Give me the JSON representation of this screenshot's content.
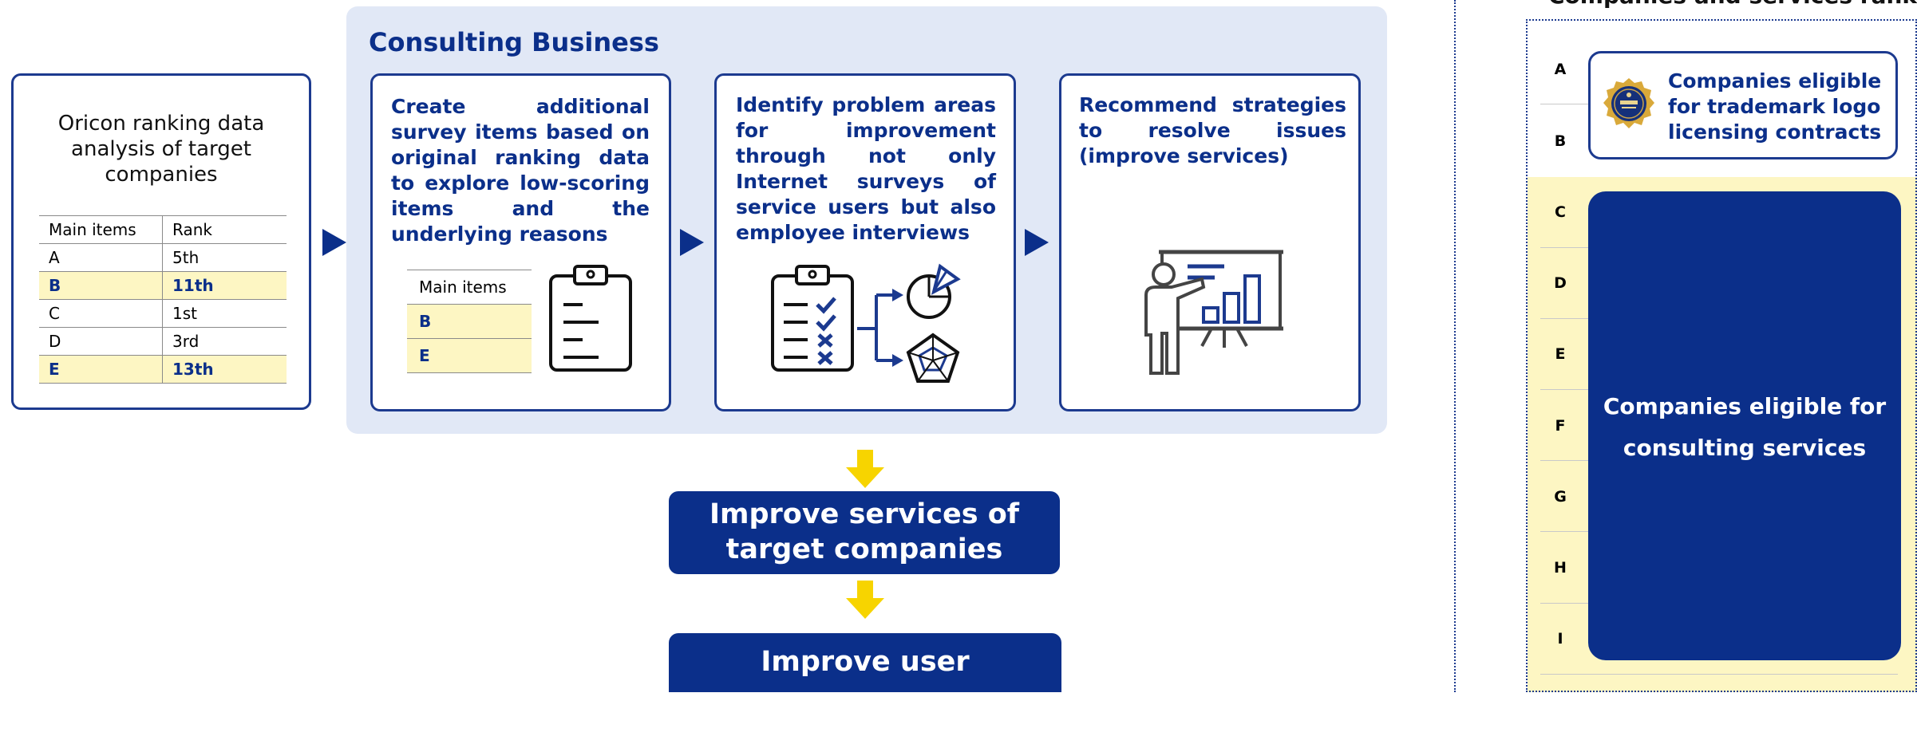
{
  "analysis": {
    "title": "Oricon ranking data analysis of target companies",
    "table_headers": [
      "Main items",
      "Rank"
    ],
    "rows": [
      {
        "item": "A",
        "rank": "5th"
      },
      {
        "item": "B",
        "rank": "11th"
      },
      {
        "item": "C",
        "rank": "1st"
      },
      {
        "item": "D",
        "rank": "3rd"
      },
      {
        "item": "E",
        "rank": "13th"
      }
    ]
  },
  "consulting": {
    "title": "Consulting Business",
    "steps": [
      "Create additional survey items based on original ranking data to explore low-scoring items and the underlying reasons",
      "Identify problem areas for improvement through not only Internet surveys of service users but also employee interviews",
      "Recommend strategies to resolve issues (improve services)"
    ],
    "mini_table": {
      "header": "Main items",
      "rows": [
        "B",
        "E"
      ]
    }
  },
  "results": {
    "first": "Improve services of target companies",
    "second": "Improve user satisfaction"
  },
  "right_panel": {
    "title": "Companies and services rankings",
    "letters": [
      "A",
      "B",
      "C",
      "D",
      "E",
      "F",
      "G",
      "H",
      "I"
    ],
    "trademark_label": "Companies eligible for trademark logo licensing contracts",
    "consulting_label": "Companies eligible for consulting services"
  },
  "colors": {
    "navy": "#0b2f8a",
    "panel": "#e1e8f6",
    "highlight": "#fdf6c3",
    "arrow_yellow": "#f7d400"
  },
  "icons": [
    "clipboard-icon",
    "checklist-icon",
    "pie-chart-icon",
    "radar-chart-icon",
    "presenter-icon",
    "medal-icon"
  ]
}
